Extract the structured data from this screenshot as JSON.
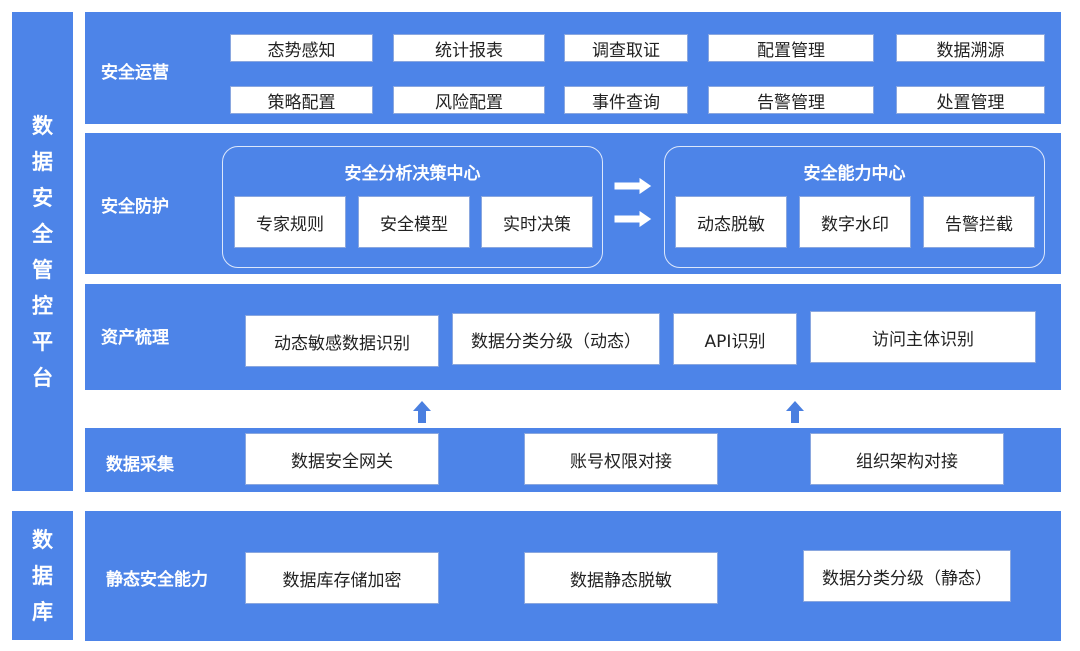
{
  "left_labels": {
    "platform": [
      "数",
      "据",
      "安",
      "全",
      "管",
      "控",
      "平",
      "台"
    ],
    "database": [
      "数",
      "据",
      "库"
    ]
  },
  "rows": {
    "ops": {
      "label": "安全运营",
      "items": [
        "态势感知",
        "统计报表",
        "调查取证",
        "配置管理",
        "数据溯源",
        "策略配置",
        "风险配置",
        "事件查询",
        "告警管理",
        "处置管理"
      ]
    },
    "protect": {
      "label": "安全防护",
      "analysis_center": {
        "title": "安全分析决策中心",
        "items": [
          "专家规则",
          "安全模型",
          "实时决策"
        ]
      },
      "capability_center": {
        "title": "安全能力中心",
        "items": [
          "动态脱敏",
          "数字水印",
          "告警拦截"
        ]
      }
    },
    "asset": {
      "label": "资产梳理",
      "items": [
        "动态敏感数据识别",
        "数据分类分级（动态）",
        "API识别",
        "访问主体识别"
      ]
    },
    "collect": {
      "label": "数据采集",
      "items": [
        "数据安全网关",
        "账号权限对接",
        "组织架构对接"
      ]
    },
    "static": {
      "label": "静态安全能力",
      "items": [
        "数据库存储加密",
        "数据静态脱敏",
        "数据分类分级（静态）"
      ]
    }
  },
  "colors": {
    "panel": "#4d84e8",
    "box_border": "#8aa7df",
    "arrow": "#4a7fe0"
  }
}
